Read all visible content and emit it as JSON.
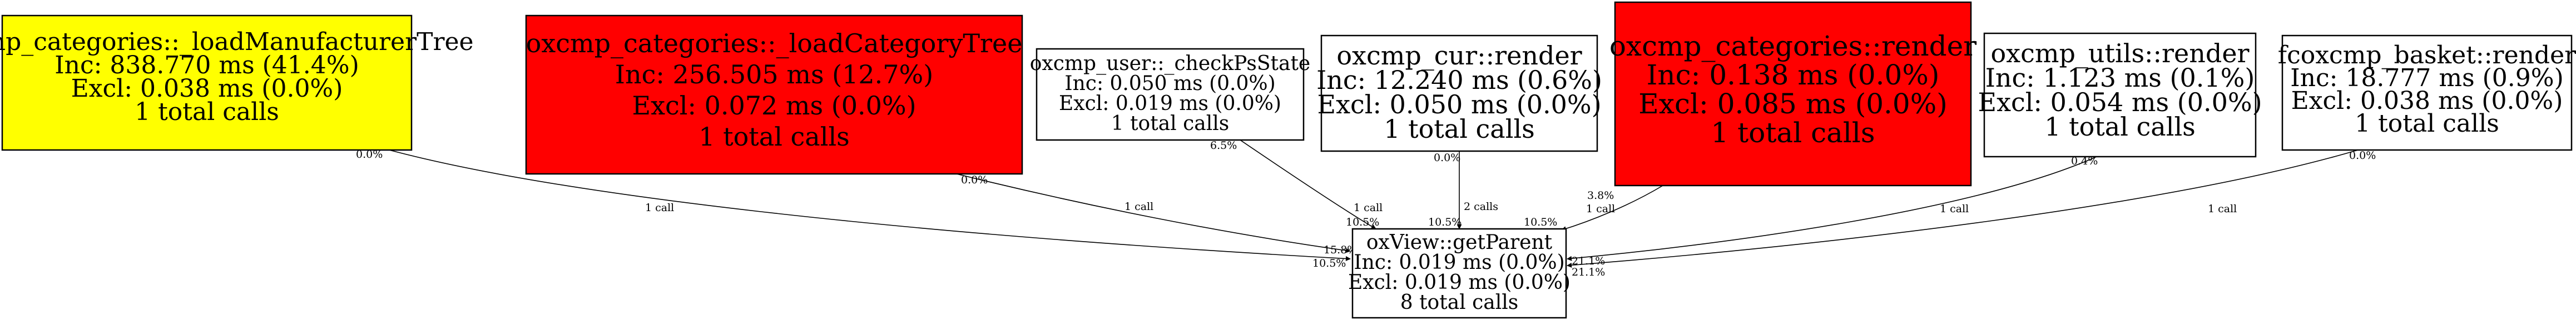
{
  "colors": {
    "hot": "#ff0000",
    "warm": "#ffff00",
    "cold": "#ffffff",
    "stroke": "#000000"
  },
  "nodes": [
    {
      "id": "loadManufacturerTree",
      "fill": "#ffff00",
      "lines": [
        "oxcmp_categories::_loadManufacturerTree",
        "Inc: 838.770 ms (41.4%)",
        "Excl: 0.038 ms (0.0%)",
        "1 total calls"
      ]
    },
    {
      "id": "loadCategoryTree",
      "fill": "#ff0000",
      "lines": [
        "oxcmp_categories::_loadCategoryTree",
        "Inc: 256.505 ms (12.7%)",
        "Excl: 0.072 ms (0.0%)",
        "1 total calls"
      ]
    },
    {
      "id": "checkPsState",
      "fill": "#ffffff",
      "lines": [
        "oxcmp_user::_checkPsState",
        "Inc: 0.050 ms (0.0%)",
        "Excl: 0.019 ms (0.0%)",
        "1 total calls"
      ]
    },
    {
      "id": "curRender",
      "fill": "#ffffff",
      "lines": [
        "oxcmp_cur::render",
        "Inc: 12.240 ms (0.6%)",
        "Excl: 0.050 ms (0.0%)",
        "1 total calls"
      ]
    },
    {
      "id": "categoriesRender",
      "fill": "#ff0000",
      "lines": [
        "oxcmp_categories::render",
        "Inc: 0.138 ms (0.0%)",
        "Excl: 0.085 ms (0.0%)",
        "1 total calls"
      ]
    },
    {
      "id": "utilsRender",
      "fill": "#ffffff",
      "lines": [
        "oxcmp_utils::render",
        "Inc: 1.123 ms (0.1%)",
        "Excl: 0.054 ms (0.0%)",
        "1 total calls"
      ]
    },
    {
      "id": "basketRender",
      "fill": "#ffffff",
      "lines": [
        "fcoxcmp_basket::render",
        "Inc: 18.777 ms (0.9%)",
        "Excl: 0.038 ms (0.0%)",
        "1 total calls"
      ]
    },
    {
      "id": "getParent",
      "fill": "#ffffff",
      "lines": [
        "oxView::getParent",
        "Inc: 0.019 ms (0.0%)",
        "Excl: 0.019 ms (0.0%)",
        "8 total calls"
      ]
    }
  ],
  "edges": [
    {
      "from": "loadManufacturerTree",
      "to": "getParent",
      "tail_label": "0.0%",
      "mid_label": "1 call",
      "head_label": "10.5%"
    },
    {
      "from": "loadCategoryTree",
      "to": "getParent",
      "tail_label": "0.0%",
      "mid_label": "1 call",
      "head_label": "15.8%"
    },
    {
      "from": "checkPsState",
      "to": "getParent",
      "tail_label": "6.5%",
      "mid_label": "1 call",
      "head_label": "10.5%"
    },
    {
      "from": "curRender",
      "to": "getParent",
      "tail_label": "0.0%",
      "mid_label": "2 calls",
      "head_label": "10.5%"
    },
    {
      "from": "categoriesRender",
      "to": "getParent",
      "tail_label": "3.8%",
      "mid_label": "1 call",
      "head_label": "10.5%"
    },
    {
      "from": "utilsRender",
      "to": "getParent",
      "tail_label": "0.4%",
      "mid_label": "1 call",
      "head_label": "21.1%"
    },
    {
      "from": "basketRender",
      "to": "getParent",
      "tail_label": "0.0%",
      "mid_label": "1 call",
      "head_label": "21.1%"
    }
  ]
}
